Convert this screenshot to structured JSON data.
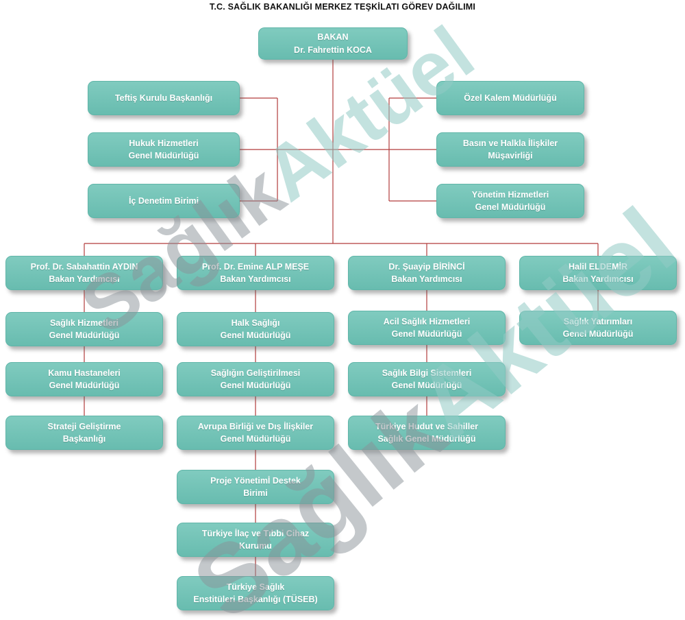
{
  "page_title": "T.C. SAĞLIK BAKANLIĞI MERKEZ TEŞKİLATI GÖREV DAĞILIMI",
  "colors": {
    "box_fill": "#73c3b6",
    "box_text": "#ffffff",
    "connector": "#b23b3b",
    "background": "#ffffff"
  },
  "watermark": {
    "part1": "Sağlık",
    "part2": "Aktüel"
  },
  "org": {
    "root": {
      "title": "BAKAN",
      "name": "Dr. Fahrettin KOCA"
    },
    "left_branch": [
      "Teftiş Kurulu Başkanlığı",
      "Hukuk Hizmetleri\nGenel Müdürlüğü",
      "İç Denetim Birimi"
    ],
    "right_branch": [
      "Özel Kalem Müdürlüğü",
      "Basın ve Halkla İlişkiler\nMüşavirliği",
      "Yönetim Hizmetleri\nGenel Müdürlüğü"
    ],
    "deputies": [
      {
        "name": "Prof. Dr. Sabahattin AYDIN",
        "title": "Bakan Yardımcısı",
        "units": [
          "Sağlık Hizmetleri\nGenel Müdürlüğü",
          "Kamu Hastaneleri\nGenel Müdürlüğü",
          "Strateji Geliştirme\nBaşkanlığı"
        ]
      },
      {
        "name": "Prof. Dr. Emine ALP MEŞE",
        "title": "Bakan Yardımcısı",
        "units": [
          "Halk Sağlığı\nGenel Müdürlüğü",
          "Sağlığın Geliştirilmesi\nGenel Müdürlüğü",
          "Avrupa Birliği ve Dış İlişkiler\nGenel Müdürlüğü",
          "Proje Yönetimİ Destek\nBirimi",
          "Türkiye İlaç ve Tıbbi Cihaz\nKurumu",
          "Türkiye Sağlık\nEnstitüleri Başkanlığı (TÜSEB)"
        ]
      },
      {
        "name": "Dr. Şuayip BİRİNCİ",
        "title": "Bakan Yardımcısı",
        "units": [
          "Acil Sağlık Hizmetleri\nGenel Müdürlüğü",
          "Sağlık Bilgi Sistemleri\nGenel Müdürlüğü",
          "Türkiye Hudut ve Sahiller\nSağlık Genel Müdürlüğü"
        ]
      },
      {
        "name": "Halil ELDEMİR",
        "title": "Bakan Yardımcısı",
        "units": [
          "Sağlık Yatırımları\nGenel Müdürlüğü"
        ]
      }
    ]
  }
}
